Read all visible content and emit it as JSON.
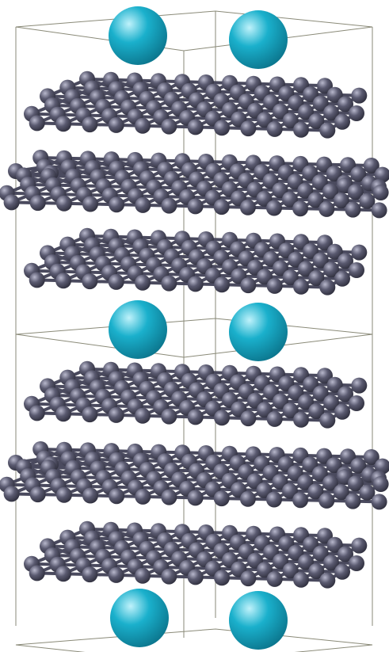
{
  "structure": {
    "unit_cell_count": 2,
    "graphene_layers_per_cell": 3,
    "intercalant_atoms_per_layer_plane": 2,
    "intercalant_layer_planes": 3
  },
  "colors": {
    "background": "#ffffff",
    "cell_edge": "#8a8a78",
    "carbon_atom": "#5a5a70",
    "carbon_highlight": "#b8b8cc",
    "carbon_shadow": "#2c2c3a",
    "carbon_bond": "#4a4a5e",
    "metal_atom": "#1ab0cc",
    "metal_highlight": "#bff2fb",
    "metal_shadow": "#0a6f86"
  },
  "icons": {
    "carbon": "carbon-atom-icon",
    "metal": "intercalant-atom-icon"
  }
}
